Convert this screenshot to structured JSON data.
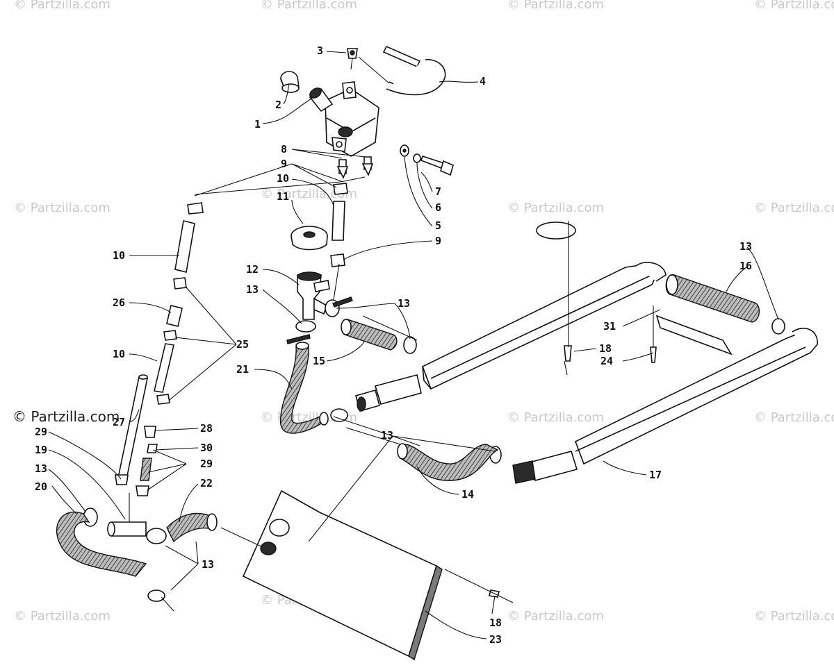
{
  "watermark": {
    "text": "© Partzilla.com",
    "featured_text": "© Partzilla.com"
  },
  "callouts": [
    "1",
    "2",
    "3",
    "4",
    "5",
    "6",
    "7",
    "8",
    "9",
    "9",
    "9",
    "10",
    "10",
    "10",
    "10",
    "11",
    "12",
    "13",
    "13",
    "13",
    "13",
    "13",
    "13",
    "13",
    "13",
    "14",
    "15",
    "16",
    "17",
    "18",
    "18",
    "19",
    "20",
    "21",
    "22",
    "23",
    "24",
    "25",
    "26",
    "27",
    "28",
    "29",
    "29",
    "29",
    "30",
    "31"
  ],
  "colors": {
    "ink": "#111111",
    "watermark": "#c9c9c9",
    "paper": "#ffffff"
  }
}
